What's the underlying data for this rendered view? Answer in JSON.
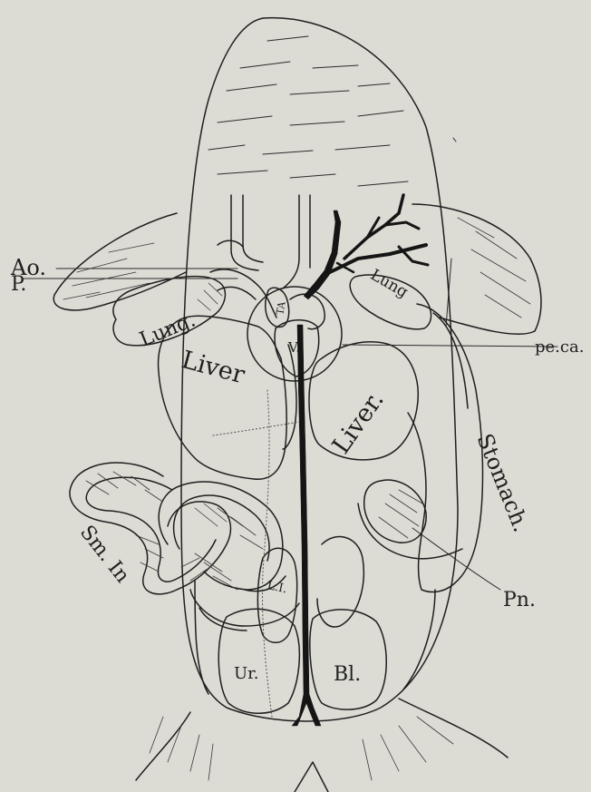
{
  "labels": {
    "aorta": "Ao.",
    "pulmonary": "P.",
    "lung_left": "Lung.",
    "lung_right": "Lung",
    "truncus": "TA",
    "ventricle": "V.",
    "pericardial_cavity": "pe.ca.",
    "liver_left": "Liver",
    "liver_right": "Liver.",
    "stomach": "Stomach.",
    "small_intestine": "Sm. In",
    "large_intestine": "L.I.",
    "pancreas": "Pn.",
    "ureter": "Ur.",
    "bladder": "Bl."
  },
  "colors": {
    "background": "#dcdbd4",
    "ink": "#1f1f1f"
  }
}
